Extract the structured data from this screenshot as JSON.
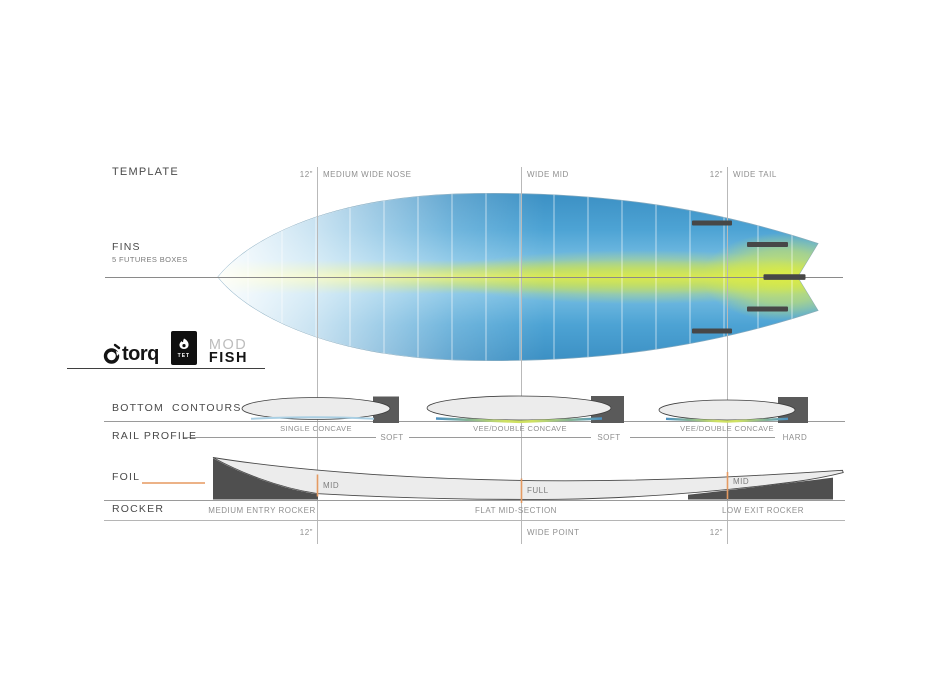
{
  "diagram": {
    "template": {
      "label": "TEMPLATE",
      "offset_nose": "12\"",
      "nose": "MEDIUM WIDE NOSE",
      "mid": "WIDE MID",
      "offset_tail": "12\"",
      "tail": "WIDE TAIL"
    },
    "fins": {
      "label": "FINS",
      "sub": "5 FUTURES BOXES"
    },
    "bottom_contours": {
      "label": "BOTTOM CONTOURS",
      "items": [
        {
          "name": "SINGLE CONCAVE",
          "rail": "SOFT"
        },
        {
          "name": "VEE/DOUBLE CONCAVE",
          "rail": "SOFT"
        },
        {
          "name": "VEE/DOUBLE CONCAVE",
          "rail": "HARD"
        }
      ]
    },
    "rail_profile": {
      "label": "RAIL PROFILE"
    },
    "foil": {
      "label": "FOIL",
      "markers": [
        "MID",
        "FULL",
        "MID"
      ]
    },
    "rocker": {
      "label": "ROCKER",
      "labels": [
        "MEDIUM ENTRY ROCKER",
        "FLAT MID-SECTION",
        "LOW EXIT ROCKER"
      ],
      "offset_left": "12\"",
      "wide_point": "WIDE POINT",
      "offset_right": "12\""
    }
  },
  "branding": {
    "torq": "torq",
    "tet": "TET",
    "model_line1": "MOD",
    "model_line2": "FISH"
  },
  "colors": {
    "board_blue": "#3b8fc3",
    "board_light_blue": "#bfe0f2",
    "stripe_yellow": "#dcea5f",
    "accent_orange": "#e59a62",
    "fin_box": "#474747",
    "label_dark": "#4a4a4a",
    "annotation_gray": "#8f8f8f"
  }
}
